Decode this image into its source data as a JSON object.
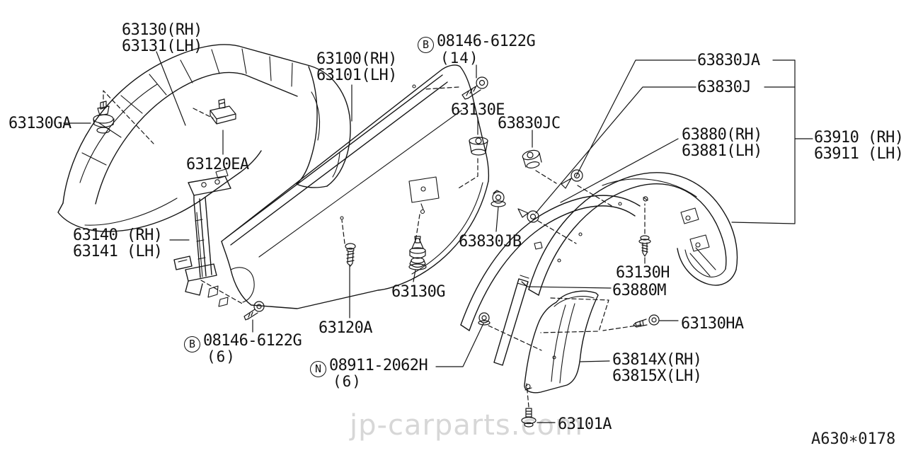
{
  "doc_number": "A630∗0178",
  "watermark": "jp-carparts.com",
  "symbols": {
    "bolt_prefix": "B",
    "nut_prefix": "N"
  },
  "colors": {
    "line": "#151515",
    "label_text": "#121212",
    "watermark": "#d7d7d7",
    "background": "#ffffff"
  },
  "labels": {
    "liner_rh": "63130(RH)",
    "liner_lh": "63131(LH)",
    "clip_ga": "63130GA",
    "nut_ea": "63120EA",
    "fender_rh": "63100(RH)",
    "fender_lh": "63101(LH)",
    "bolt_code": "08146-6122G",
    "bolt_qty_top": "(14)",
    "bolt_qty_bottom": "(6)",
    "grommet_e": "63130E",
    "clip_jc": "63830JC",
    "clip_ja": "63830JA",
    "clip_j": "63830J",
    "protector_rh": "63880(RH)",
    "protector_lh": "63881(LH)",
    "flare_rh": "63910 (RH)",
    "flare_lh": "63911 (LH)",
    "stay_rh": "63140 (RH)",
    "stay_lh": "63141 (LH)",
    "nut_jb": "63830JB",
    "clip_g": "63130G",
    "screw_a": "63120A",
    "screw_h": "63130H",
    "strip_m": "63880M",
    "screw_ha": "63130HA",
    "nut_code": "08911-2062H",
    "nut_qty": "(6)",
    "mudguard_rh": "63814X(RH)",
    "mudguard_lh": "63815X(LH)",
    "bolt_a": "63101A"
  }
}
